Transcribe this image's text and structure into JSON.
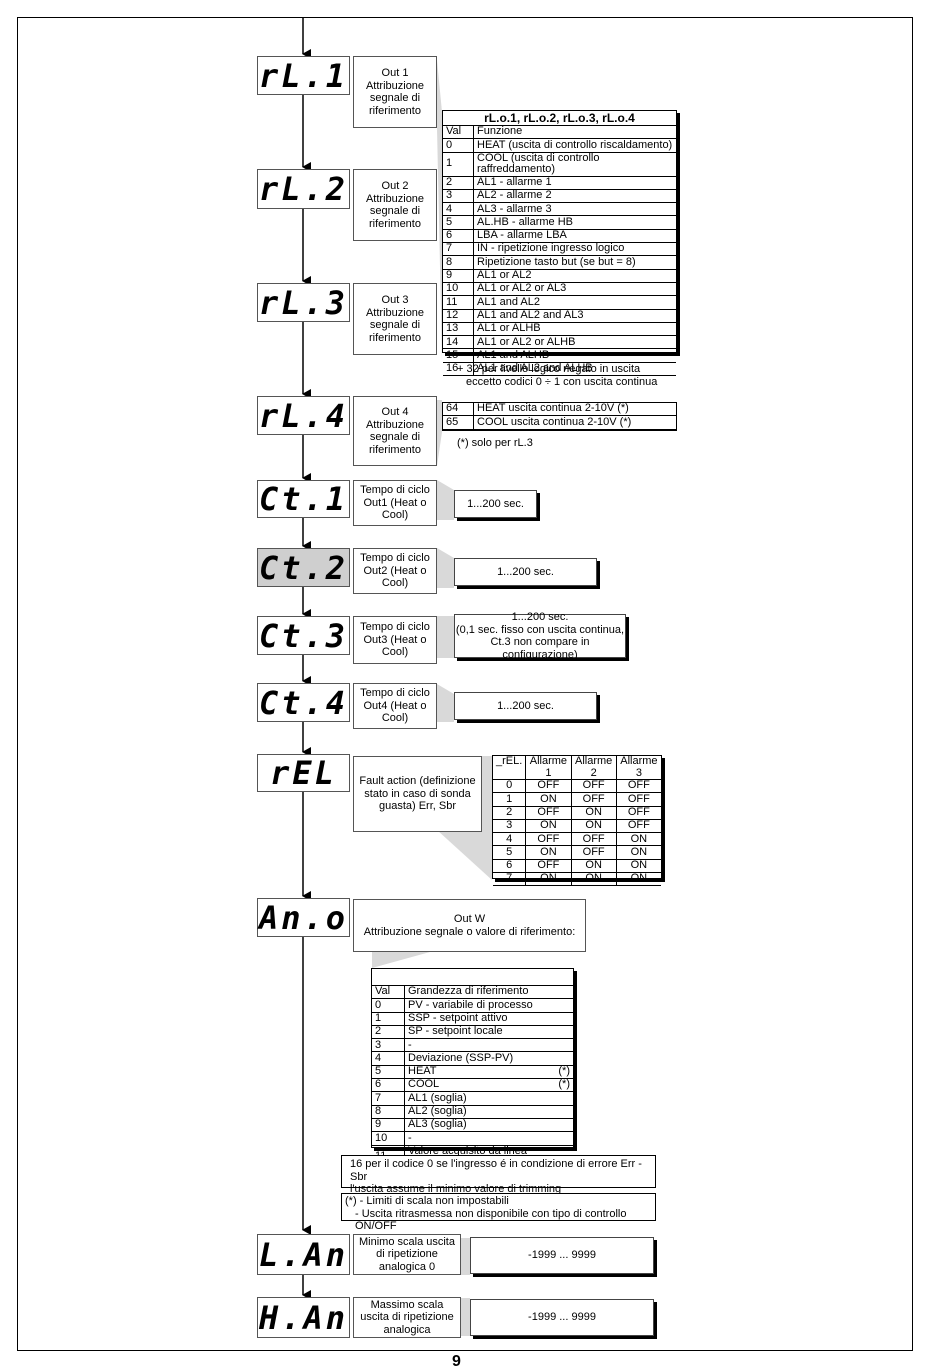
{
  "displays": [
    {
      "id": "rl1",
      "text": "rL.1"
    },
    {
      "id": "rl2",
      "text": "rL.2"
    },
    {
      "id": "rl3",
      "text": "rL.3"
    },
    {
      "id": "rl4",
      "text": "rL.4"
    },
    {
      "id": "ct1",
      "text": "Ct.1"
    },
    {
      "id": "ct2",
      "text": "Ct.2"
    },
    {
      "id": "ct3",
      "text": "Ct.3"
    },
    {
      "id": "ct4",
      "text": "Ct.4"
    },
    {
      "id": "rel",
      "text": "rEL"
    },
    {
      "id": "ano",
      "text": "An.o"
    },
    {
      "id": "lan",
      "text": "L.An"
    },
    {
      "id": "han",
      "text": "H.An"
    }
  ],
  "descriptions": {
    "rl1": "Out 1 Attribuzione segnale di riferimento",
    "rl2": "Out 2 Attribuzione segnale di riferimento",
    "rl3": "Out 3 Attribuzione segnale di riferimento",
    "rl4": "Out 4 Attribuzione segnale di riferimento",
    "ct1": "Tempo di ciclo Out1 (Heat o Cool)",
    "ct2": "Tempo di ciclo Out2 (Heat o Cool)",
    "ct3": "Tempo di ciclo Out3 (Heat o Cool)",
    "ct4": "Tempo di ciclo Out4 (Heat o Cool)",
    "rel": "Fault action (definizione stato in caso di sonda guasta) Err, Sbr",
    "ano_line1": "Out W",
    "ano_line2": "Attribuzione segnale o valore di riferimento:",
    "lan": "Minimo scala uscita di ripetizione analogica 0",
    "han": "Massimo scala uscita di ripetizione analogica"
  },
  "values": {
    "ct1": "1...200 sec.",
    "ct2": "1...200 sec.",
    "ct3_line1": "1...200 sec.",
    "ct3_line2": "(0,1 sec. fisso con uscita continua,",
    "ct3_line3": "Ct.3 non compare in configurazione)",
    "ct4": "1...200 sec.",
    "lan": "-1999 ... 9999",
    "han": "-1999 ... 9999"
  },
  "rlo_table": {
    "title": "rL.o.1, rL.o.2, rL.o.3, rL.o.4",
    "headers": [
      "Val",
      "Funzione"
    ],
    "rows": [
      [
        "0",
        "HEAT (uscita di controllo riscaldamento)"
      ],
      [
        "1",
        "COOL (uscita di controllo raffreddamento)"
      ],
      [
        "2",
        "AL1 - allarme 1"
      ],
      [
        "3",
        "AL2 - allarme 2"
      ],
      [
        "4",
        "AL3 - allarme 3"
      ],
      [
        "5",
        "AL.HB - allarme HB"
      ],
      [
        "6",
        "LBA - allarme LBA"
      ],
      [
        "7",
        "IN - ripetizione ingresso logico"
      ],
      [
        "8",
        "Ripetizione tasto but (se but = 8)"
      ],
      [
        "9",
        "AL1 or AL2"
      ],
      [
        "10",
        "AL1 or AL2 or AL3"
      ],
      [
        "11",
        "AL1 and AL2"
      ],
      [
        "12",
        "AL1 and AL2 and AL3"
      ],
      [
        "13",
        "AL1 or ALHB"
      ],
      [
        "14",
        "AL1 or AL2 or ALHB"
      ],
      [
        "15",
        "AL1 and ALHB"
      ],
      [
        "16",
        "AL1 and AL2 and ALHB"
      ]
    ],
    "note_line1": "+ 32 per livello logico negato in uscita",
    "note_line2": "eccetto codici 0 ÷ 1 con uscita continua",
    "extra_rows": [
      [
        "64",
        "HEAT uscita continua 2-10V (*)"
      ],
      [
        "65",
        "COOL uscita continua 2-10V (*)"
      ]
    ],
    "extra_note": "(*) solo per rL.3"
  },
  "rel_table": {
    "headers": [
      "_rEL.",
      "Allarme 1",
      "Allarme 2",
      "Allarme 3"
    ],
    "rows": [
      [
        "0",
        "OFF",
        "OFF",
        "OFF"
      ],
      [
        "1",
        "ON",
        "OFF",
        "OFF"
      ],
      [
        "2",
        "OFF",
        "ON",
        "OFF"
      ],
      [
        "3",
        "ON",
        "ON",
        "OFF"
      ],
      [
        "4",
        "OFF",
        "OFF",
        "ON"
      ],
      [
        "5",
        "ON",
        "OFF",
        "ON"
      ],
      [
        "6",
        "OFF",
        "ON",
        "ON"
      ],
      [
        "7",
        "ON",
        "ON",
        "ON"
      ]
    ]
  },
  "ano_table": {
    "headers": [
      "Val",
      "Grandezza di riferimento"
    ],
    "rows": [
      [
        "0",
        "PV - variabile di processo",
        ""
      ],
      [
        "1",
        "SSP - setpoint attivo",
        ""
      ],
      [
        "2",
        "SP - setpoint locale",
        ""
      ],
      [
        "3",
        "-",
        ""
      ],
      [
        "4",
        "Deviazione (SSP-PV)",
        ""
      ],
      [
        "5",
        "HEAT",
        "(*)"
      ],
      [
        "6",
        "COOL",
        "(*)"
      ],
      [
        "7",
        "AL1 (soglia)",
        ""
      ],
      [
        "8",
        "AL2 (soglia)",
        ""
      ],
      [
        "9",
        "AL3 (soglia)",
        ""
      ],
      [
        "10",
        "-",
        ""
      ],
      [
        "11",
        "Valore acquisito da linea seriale (*)",
        ""
      ]
    ],
    "note1_line1": "16 per il codice 0 se l'ingresso é in condizione di errore Err - Sbr",
    "note1_line2": "l'uscita assume il minimo valore di trimming",
    "note2_line1": "(*)  - Limiti di scala non impostabili",
    "note2_line2": "- Uscita ritrasmessa non disponibile con tipo di controllo ON/OFF"
  },
  "page_number": "9"
}
